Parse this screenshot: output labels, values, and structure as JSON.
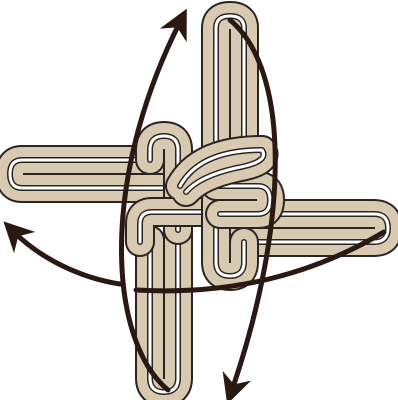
{
  "diagram": {
    "kind": "four-loop knot tying diagram",
    "colors": {
      "background": "#ffffff",
      "cord_fill": "#d8cab0",
      "cord_outline": "#2a2522",
      "cord_core": "#ffffff",
      "arrow": "#2a1812"
    },
    "loops": [
      "top-loop",
      "bottom-loop",
      "left-loop",
      "right-loop"
    ],
    "arrows": [
      {
        "name": "arrow-up-left",
        "direction": "up"
      },
      {
        "name": "arrow-down-right",
        "direction": "down"
      },
      {
        "name": "arrow-left",
        "direction": "left"
      },
      {
        "name": "arrow-through-center",
        "direction": "right-to-left"
      }
    ]
  }
}
